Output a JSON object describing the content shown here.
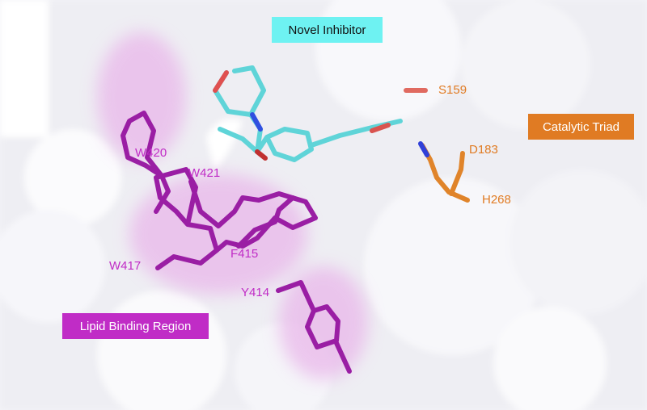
{
  "title_boxes": {
    "inhibitor": "Novel Inhibitor",
    "catalytic": "Catalytic Triad",
    "lipid": "Lipid Binding Region"
  },
  "residues": {
    "S159": "S159",
    "D183": "D183",
    "H268": "H268",
    "W420": "W420",
    "W421": "W421",
    "W417": "W417",
    "F415": "F415",
    "Y414": "Y414"
  },
  "colors": {
    "inhibitor": "#6ef2f2",
    "catalytic": "#e07b23",
    "lipid": "#c02cc6",
    "surface": "#f2f2f6"
  }
}
